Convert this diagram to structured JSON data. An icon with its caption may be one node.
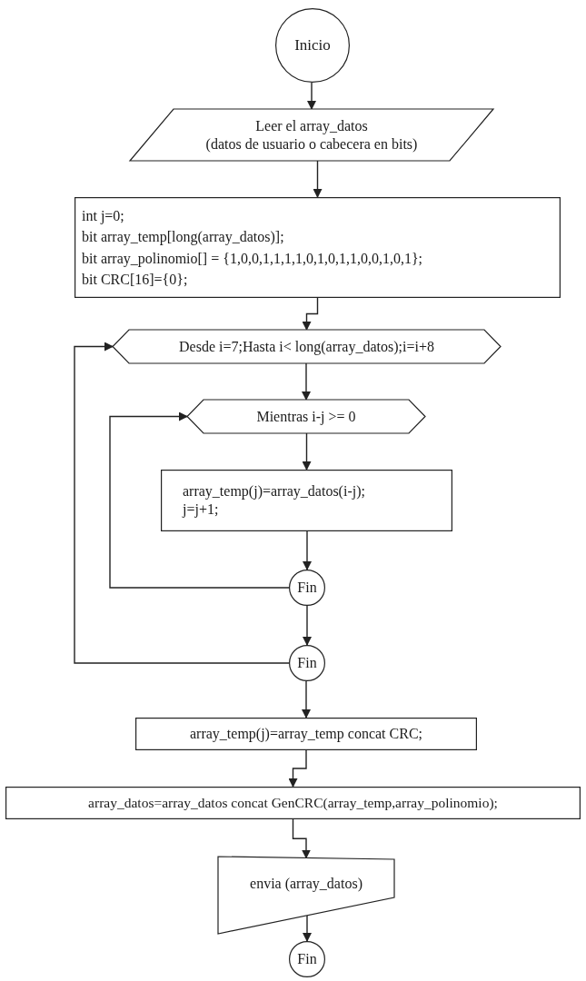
{
  "diagram": {
    "nodes": [
      {
        "text": [
          "Inicio"
        ]
      },
      {
        "text": [
          "Leer el array_datos",
          "(datos de usuario o cabecera en bits)"
        ]
      },
      {
        "text": [
          "int j=0;",
          "bit array_temp[long(array_datos)];",
          "bit array_polinomio[] = {1,0,0,1,1,1,1,0,1,0,1,1,0,0,1,0,1};",
          "bit CRC[16]={0};"
        ]
      },
      {
        "text": [
          "Desde i=7;Hasta i< long(array_datos);i=i+8"
        ]
      },
      {
        "text": [
          "Mientras i-j >= 0"
        ]
      },
      {
        "text": [
          "array_temp(j)=array_datos(i-j);",
          "j=j+1;"
        ]
      },
      {
        "text": [
          "Fin"
        ]
      },
      {
        "text": [
          "Fin"
        ]
      },
      {
        "text": [
          "array_temp(j)=array_temp concat CRC;"
        ]
      },
      {
        "text": [
          "array_datos=array_datos concat GenCRC(array_temp,array_polinomio);"
        ]
      },
      {
        "text": [
          "envia (array_datos)"
        ]
      },
      {
        "text": [
          "Fin"
        ]
      }
    ],
    "edges": [
      {
        "from": 0,
        "to": 1,
        "arrow": "to"
      },
      {
        "from": 1,
        "to": 2,
        "arrow": "to"
      },
      {
        "from": 2,
        "to": 3,
        "arrow": "to"
      },
      {
        "from": 3,
        "to": 4,
        "arrow": "to"
      },
      {
        "from": 4,
        "to": 5,
        "arrow": "to"
      },
      {
        "from": 5,
        "to": 6,
        "arrow": "to"
      },
      {
        "from": 6,
        "to": 4,
        "arrow": "to"
      },
      {
        "from": 6,
        "to": 7,
        "arrow": "to"
      },
      {
        "from": 7,
        "to": 3,
        "arrow": "to"
      },
      {
        "from": 7,
        "to": 8,
        "arrow": "to"
      },
      {
        "from": 8,
        "to": 9,
        "arrow": "to"
      },
      {
        "from": 9,
        "to": 10,
        "arrow": "to"
      },
      {
        "from": 10,
        "to": 11,
        "arrow": "to"
      }
    ]
  }
}
